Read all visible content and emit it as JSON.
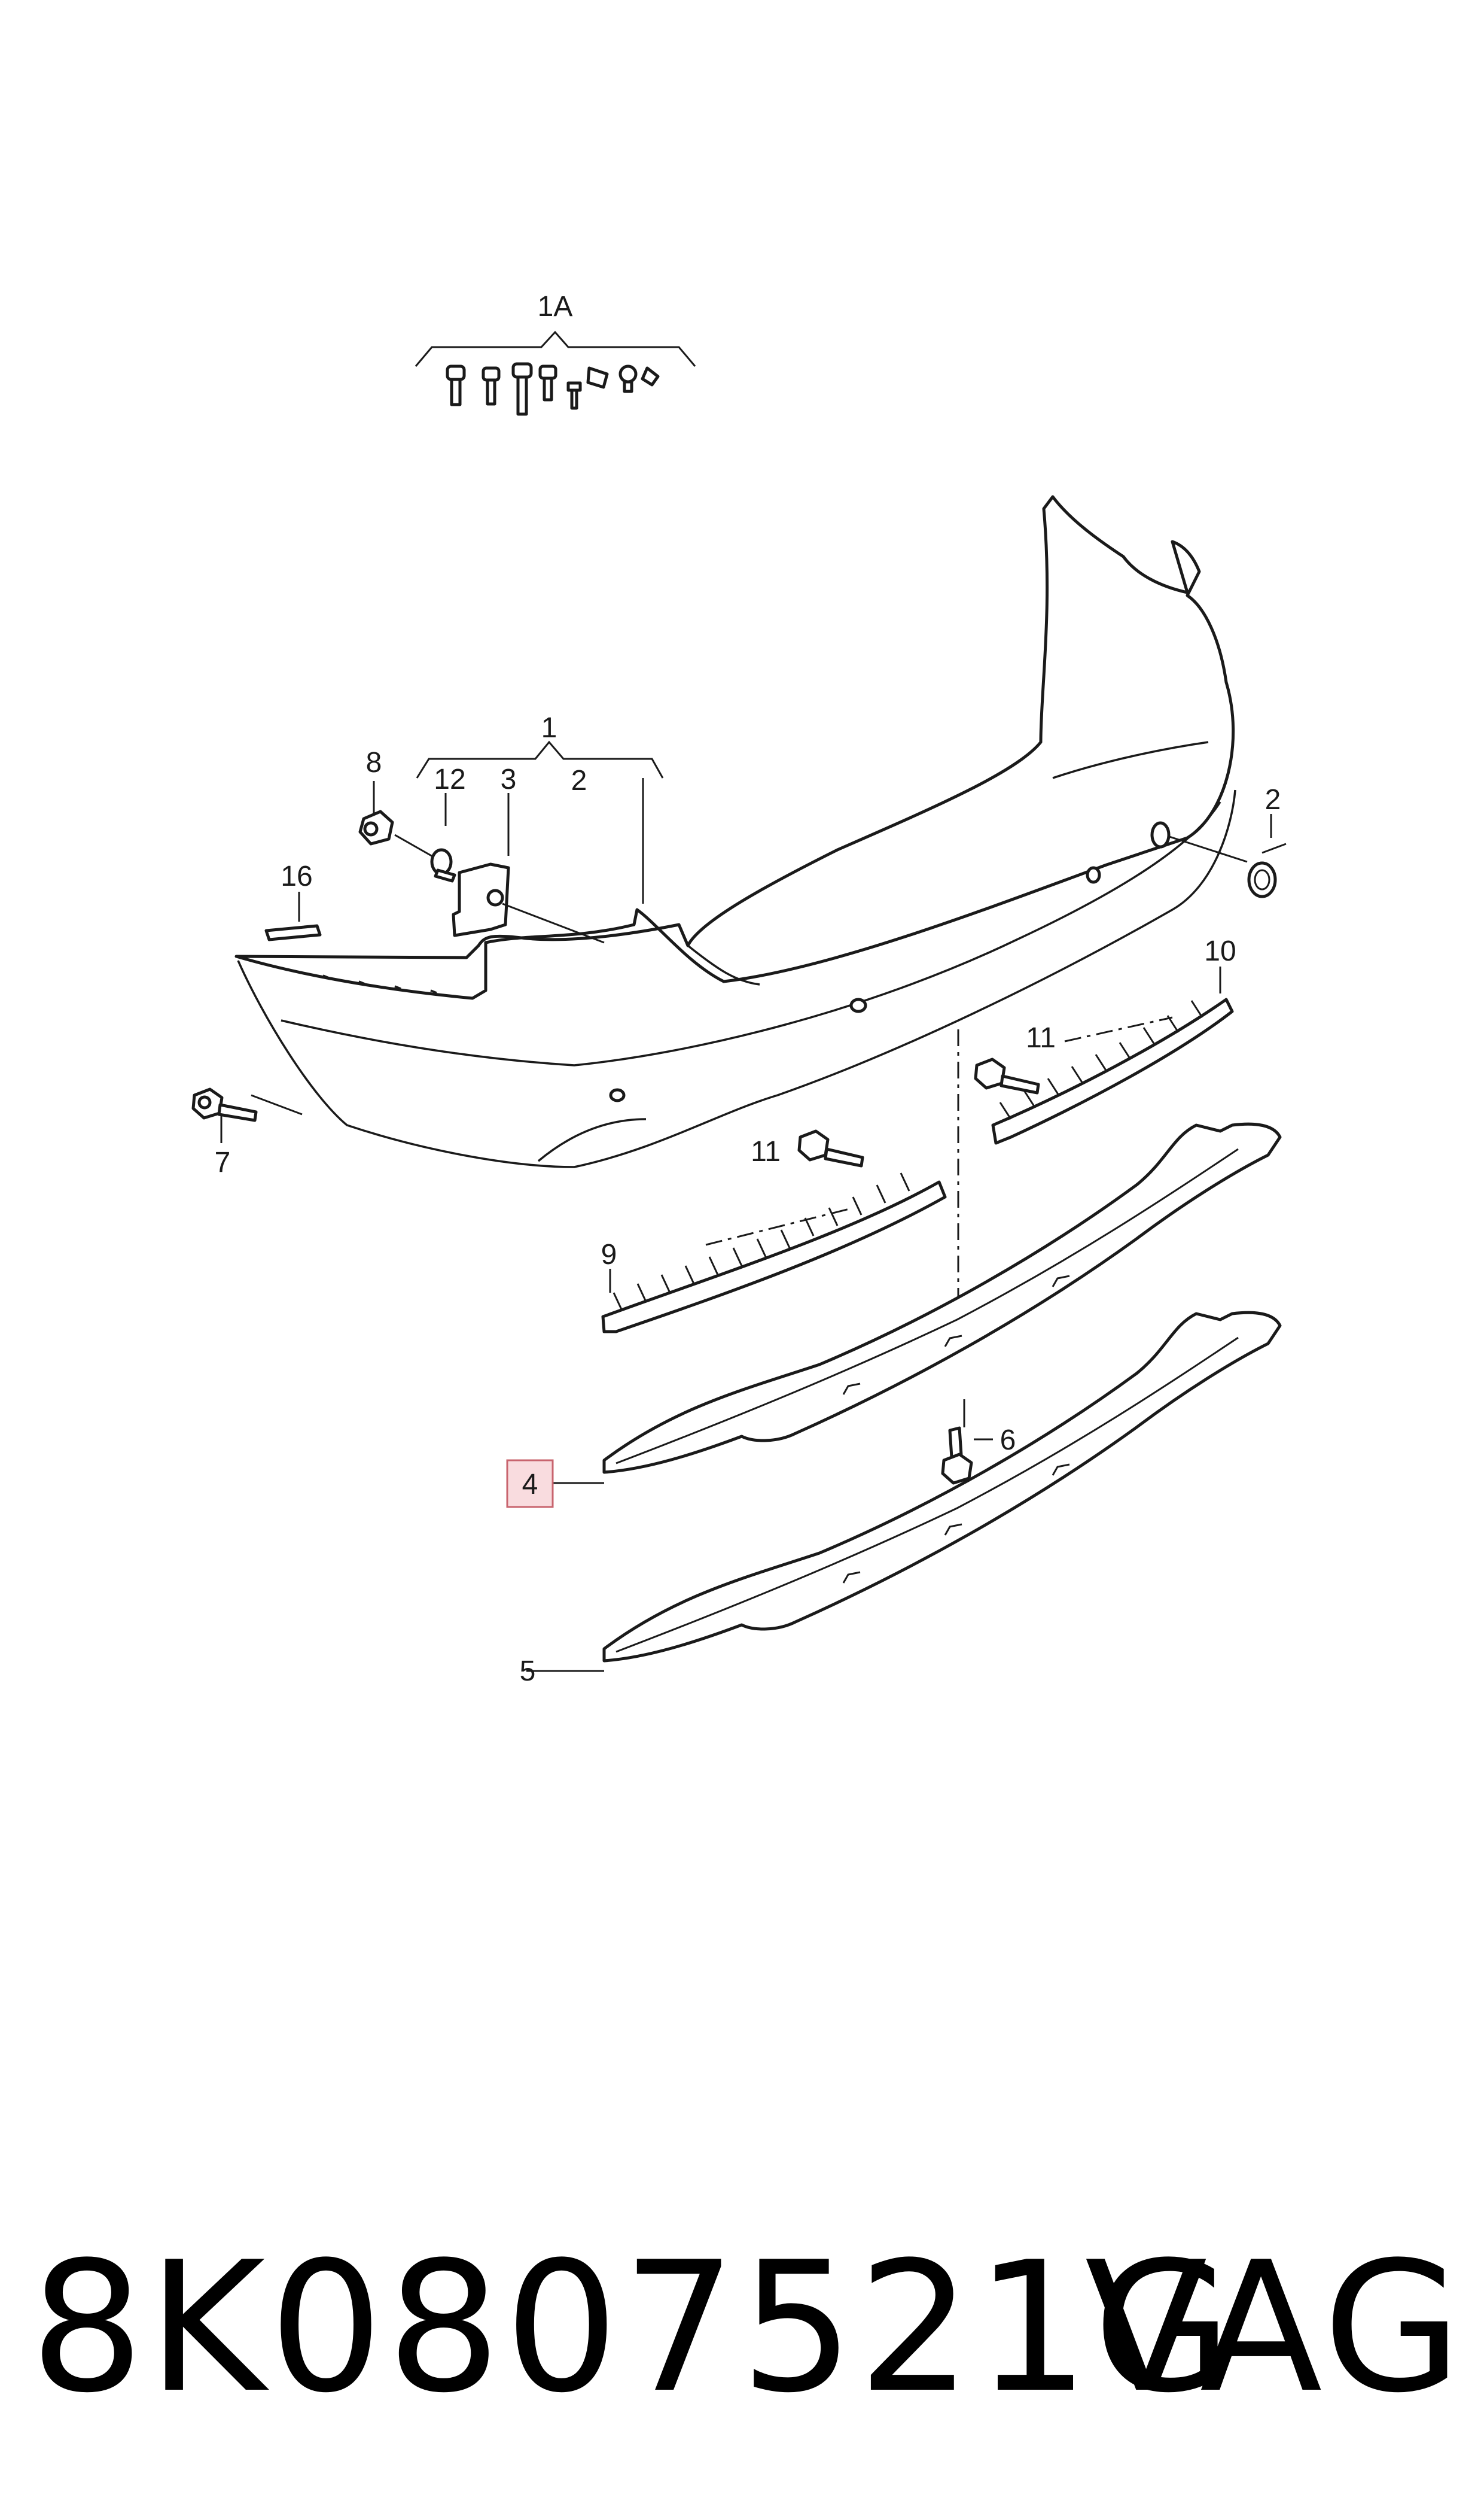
{
  "diagram": {
    "callouts": {
      "c1A": "1A",
      "c1": "1",
      "c2a": "2",
      "c2b": "2",
      "c3": "3",
      "c4": "4",
      "c5": "5",
      "c6": "6",
      "c7": "7",
      "c8": "8",
      "c9": "9",
      "c10": "10",
      "c11a": "11",
      "c11b": "11",
      "c12": "12",
      "c16": "16"
    },
    "highlight_color": "#f9dcdf",
    "highlight_border": "#c8646e"
  },
  "footer": {
    "part_number": "8K0807521G",
    "brand": "VAG"
  }
}
